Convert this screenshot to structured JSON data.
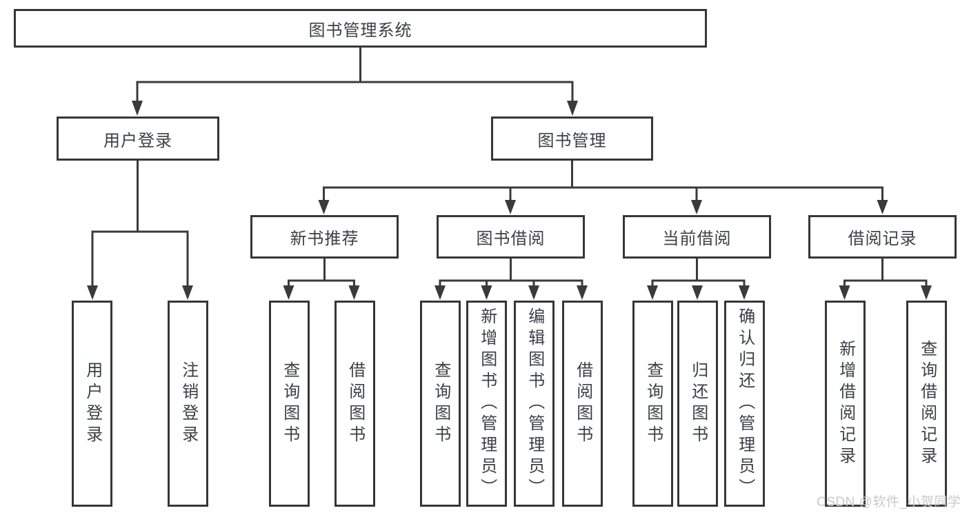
{
  "diagram": {
    "root": {
      "label": "图书管理系统"
    },
    "level2": {
      "user_login": {
        "label": "用户登录"
      },
      "book_mgmt": {
        "label": "图书管理"
      }
    },
    "level3": {
      "new_books": {
        "label": "新书推荐"
      },
      "book_borrow": {
        "label": "图书借阅"
      },
      "current_borrow": {
        "label": "当前借阅"
      },
      "borrow_records": {
        "label": "借阅记录"
      }
    },
    "level4": {
      "user_login_leaf": {
        "label": "用户登录"
      },
      "logout": {
        "label": "注销登录"
      },
      "nb_query": {
        "label": "查询图书"
      },
      "nb_borrow": {
        "label": "借阅图书"
      },
      "bb_query": {
        "label": "查询图书"
      },
      "bb_add": {
        "label": "新增图书（管理员）"
      },
      "bb_edit": {
        "label": "编辑图书（管理员）"
      },
      "bb_borrow": {
        "label": "借阅图书"
      },
      "cb_query": {
        "label": "查询图书"
      },
      "cb_return": {
        "label": "归还图书"
      },
      "cb_confirm": {
        "label": "确认归还（管理员）"
      },
      "br_add": {
        "label": "新增借阅记录"
      },
      "br_query": {
        "label": "查询借阅记录"
      }
    }
  },
  "watermark": {
    "text": "CSDN @软件_小贺同学"
  },
  "colors": {
    "line": "#3a3a3a",
    "border": "#363636",
    "text": "#3a3f46",
    "watermark": "#c9c9c9",
    "background": "#ffffff"
  }
}
